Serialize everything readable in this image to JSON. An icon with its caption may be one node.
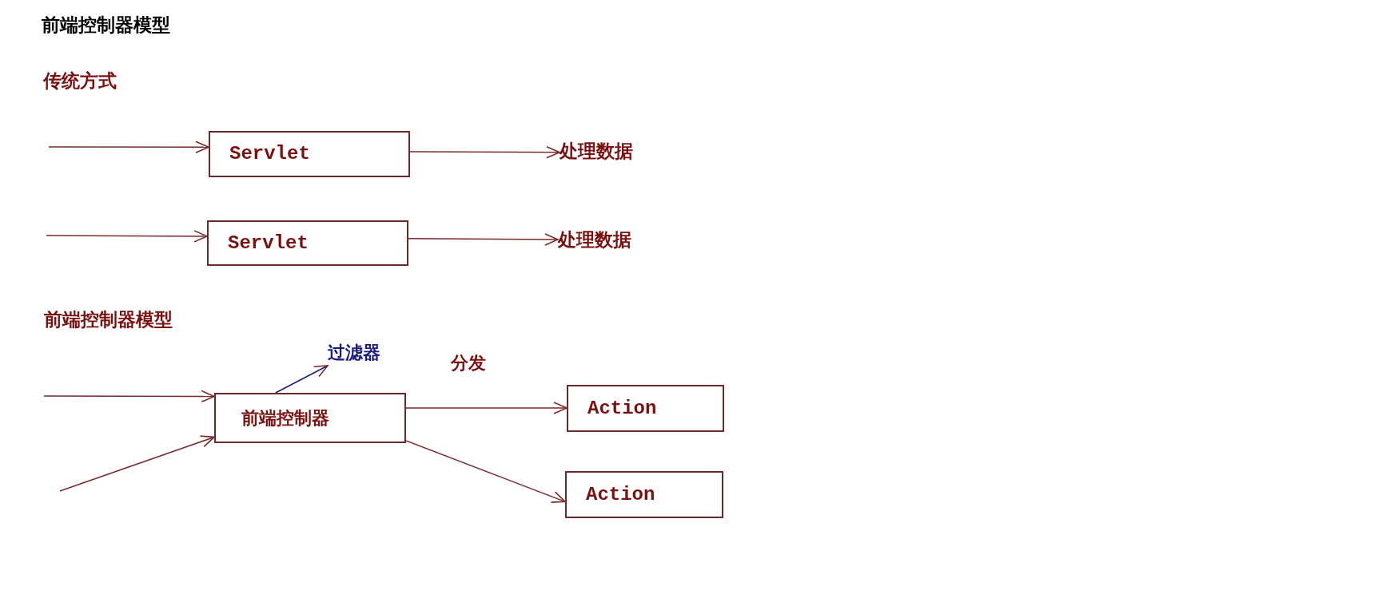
{
  "diagram": {
    "title": "前端控制器模型",
    "nodes": [
      {
        "text": [
          "Servlet"
        ]
      },
      {
        "text": [
          "处理数据"
        ]
      },
      {
        "text": [
          "Servlet"
        ]
      },
      {
        "text": [
          "处理数据"
        ]
      },
      {
        "text": [
          "前端控制器"
        ]
      },
      {
        "text": [
          "过滤器"
        ]
      },
      {
        "text": [
          "Action"
        ]
      },
      {
        "text": [
          "Action"
        ]
      }
    ],
    "edges": [
      {
        "from": null,
        "to": 0,
        "arrow": "to"
      },
      {
        "from": 0,
        "to": 1,
        "arrow": "to"
      },
      {
        "from": null,
        "to": 2,
        "arrow": "to"
      },
      {
        "from": 2,
        "to": 3,
        "arrow": "to"
      },
      {
        "from": null,
        "to": 4,
        "arrow": "to"
      },
      {
        "from": null,
        "to": 4,
        "arrow": "to"
      },
      {
        "from": 4,
        "to": 5,
        "arrow": "to",
        "color": "#1a1a80"
      },
      {
        "from": 4,
        "to": 6,
        "label": "分发",
        "arrow": "to"
      },
      {
        "from": 4,
        "to": 7,
        "arrow": "to"
      }
    ],
    "labels": [
      "传统方式",
      "前端控制器模型"
    ]
  }
}
